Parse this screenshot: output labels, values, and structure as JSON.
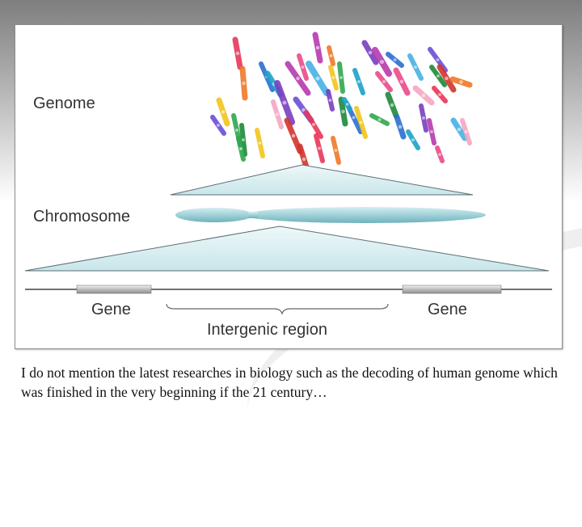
{
  "diagram": {
    "labels": {
      "genome": "Genome",
      "chromosome": "Chromosome",
      "gene_left": "Gene",
      "gene_right": "Gene",
      "intergenic": "Intergenic region"
    },
    "colors": {
      "chromosome_body": "#a8d6dc",
      "zoom_fill": "#d6eef0",
      "dna_line": "#444444",
      "gene_box": "#c4c4c4"
    },
    "chromosome_colors": [
      "#e8375a",
      "#f07a2a",
      "#f2c51c",
      "#2fa84f",
      "#1e8a3a",
      "#2b6fd0",
      "#1ea3c9",
      "#7a3fbf",
      "#b83ab0",
      "#e94b8a",
      "#46b2e6",
      "#f4a7c3",
      "#6c4ed8",
      "#d2352e"
    ]
  },
  "caption": "I do not mention the latest researches in biology such as the decoding of human genome which was finished in the very beginning if the 21 century…"
}
